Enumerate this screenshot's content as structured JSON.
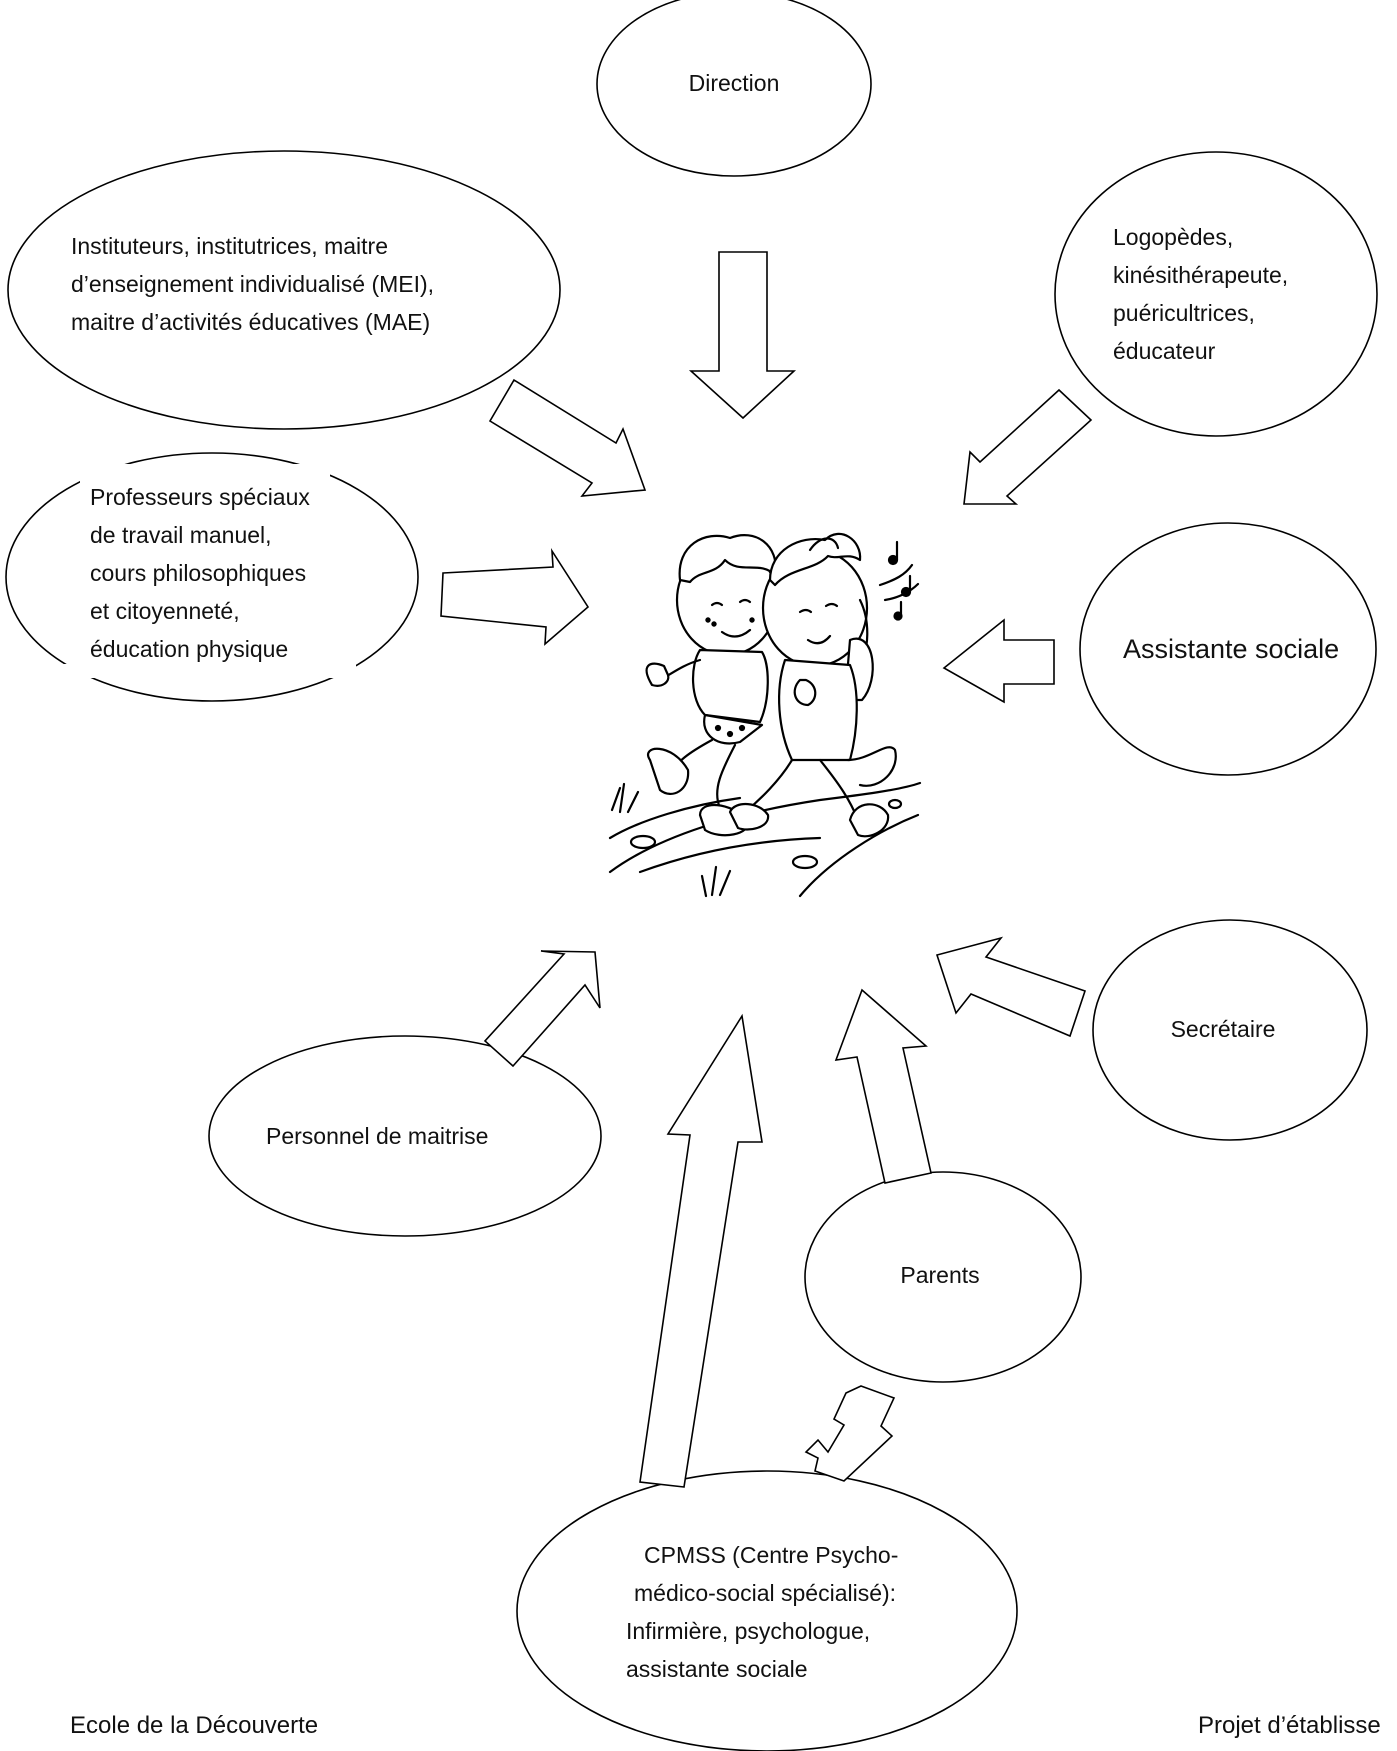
{
  "nodes": {
    "direction": {
      "lines": [
        "Direction"
      ]
    },
    "instituteurs": {
      "lines": [
        "Instituteurs, institutrices, maitre",
        "d’enseignement  individualisé (MEI),",
        "maitre d’activités éducatives (MAE)"
      ]
    },
    "logopedes": {
      "lines": [
        "Logopèdes,",
        "kinésithérapeute,",
        "puéricultrices,",
        "éducateur"
      ]
    },
    "professeurs": {
      "lines": [
        "Professeurs spéciaux",
        "de travail manuel,",
        "cours philosophiques",
        "et citoyenneté,",
        "éducation physique"
      ]
    },
    "assistante": {
      "lines": [
        "Assistante sociale"
      ]
    },
    "secretaire": {
      "lines": [
        "Secrétaire"
      ]
    },
    "personnel": {
      "lines": [
        "Personnel de maitrise"
      ]
    },
    "parents": {
      "lines": [
        "Parents"
      ]
    },
    "cpmss": {
      "lines": [
        "CPMSS (Centre Psycho-",
        "médico-social spécialisé):",
        "Infirmière, psychologue,",
        "assistante sociale"
      ]
    }
  },
  "center_image": {
    "icon": "children-walking-clipart"
  },
  "footer": {
    "left": "Ecole de la Découverte",
    "right": "Projet d’établisse"
  }
}
